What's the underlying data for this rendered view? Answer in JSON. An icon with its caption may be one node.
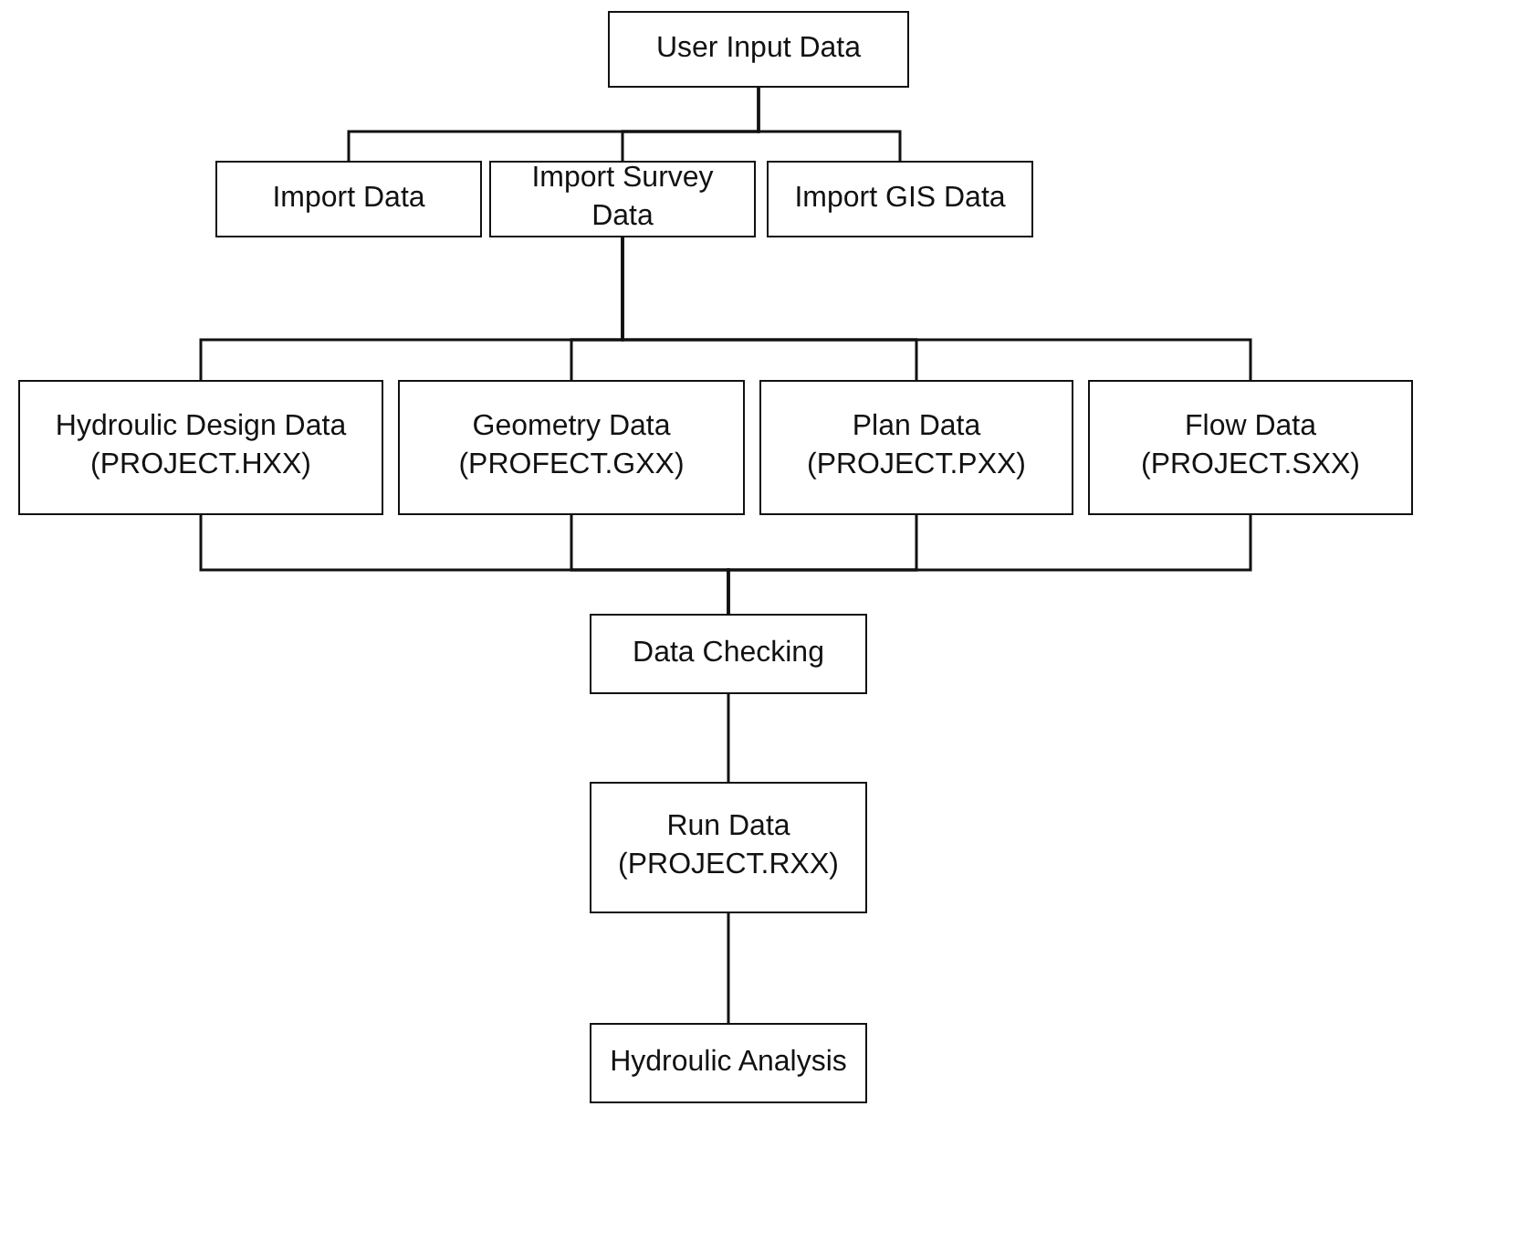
{
  "diagram": {
    "nodes": [
      {
        "text": [
          "User Input Data"
        ]
      },
      {
        "text": [
          "Import Data"
        ]
      },
      {
        "text": [
          "Import Survey Data"
        ]
      },
      {
        "text": [
          "Import GIS Data"
        ]
      },
      {
        "text": [
          "Hydroulic Design Data",
          "(PROJECT.HXX)"
        ]
      },
      {
        "text": [
          "Geometry Data",
          "(PROFECT.GXX)"
        ]
      },
      {
        "text": [
          "Plan Data",
          "(PROJECT.PXX)"
        ]
      },
      {
        "text": [
          "Flow Data",
          "(PROJECT.SXX)"
        ]
      },
      {
        "text": [
          "Data Checking"
        ]
      },
      {
        "text": [
          "Run Data",
          "(PROJECT.RXX)"
        ]
      },
      {
        "text": [
          "Hydroulic Analysis"
        ]
      }
    ],
    "edges": [
      {
        "from": 0,
        "to": 1,
        "arrow": "none"
      },
      {
        "from": 0,
        "to": 2,
        "arrow": "none"
      },
      {
        "from": 0,
        "to": 3,
        "arrow": "none"
      },
      {
        "from": 2,
        "to": 4,
        "arrow": "none"
      },
      {
        "from": 2,
        "to": 5,
        "arrow": "none"
      },
      {
        "from": 2,
        "to": 6,
        "arrow": "none"
      },
      {
        "from": 2,
        "to": 7,
        "arrow": "none"
      },
      {
        "from": 4,
        "to": 8,
        "arrow": "none"
      },
      {
        "from": 5,
        "to": 8,
        "arrow": "none"
      },
      {
        "from": 6,
        "to": 8,
        "arrow": "none"
      },
      {
        "from": 7,
        "to": 8,
        "arrow": "none"
      },
      {
        "from": 8,
        "to": 9,
        "arrow": "none"
      },
      {
        "from": 9,
        "to": 10,
        "arrow": "none"
      }
    ]
  }
}
